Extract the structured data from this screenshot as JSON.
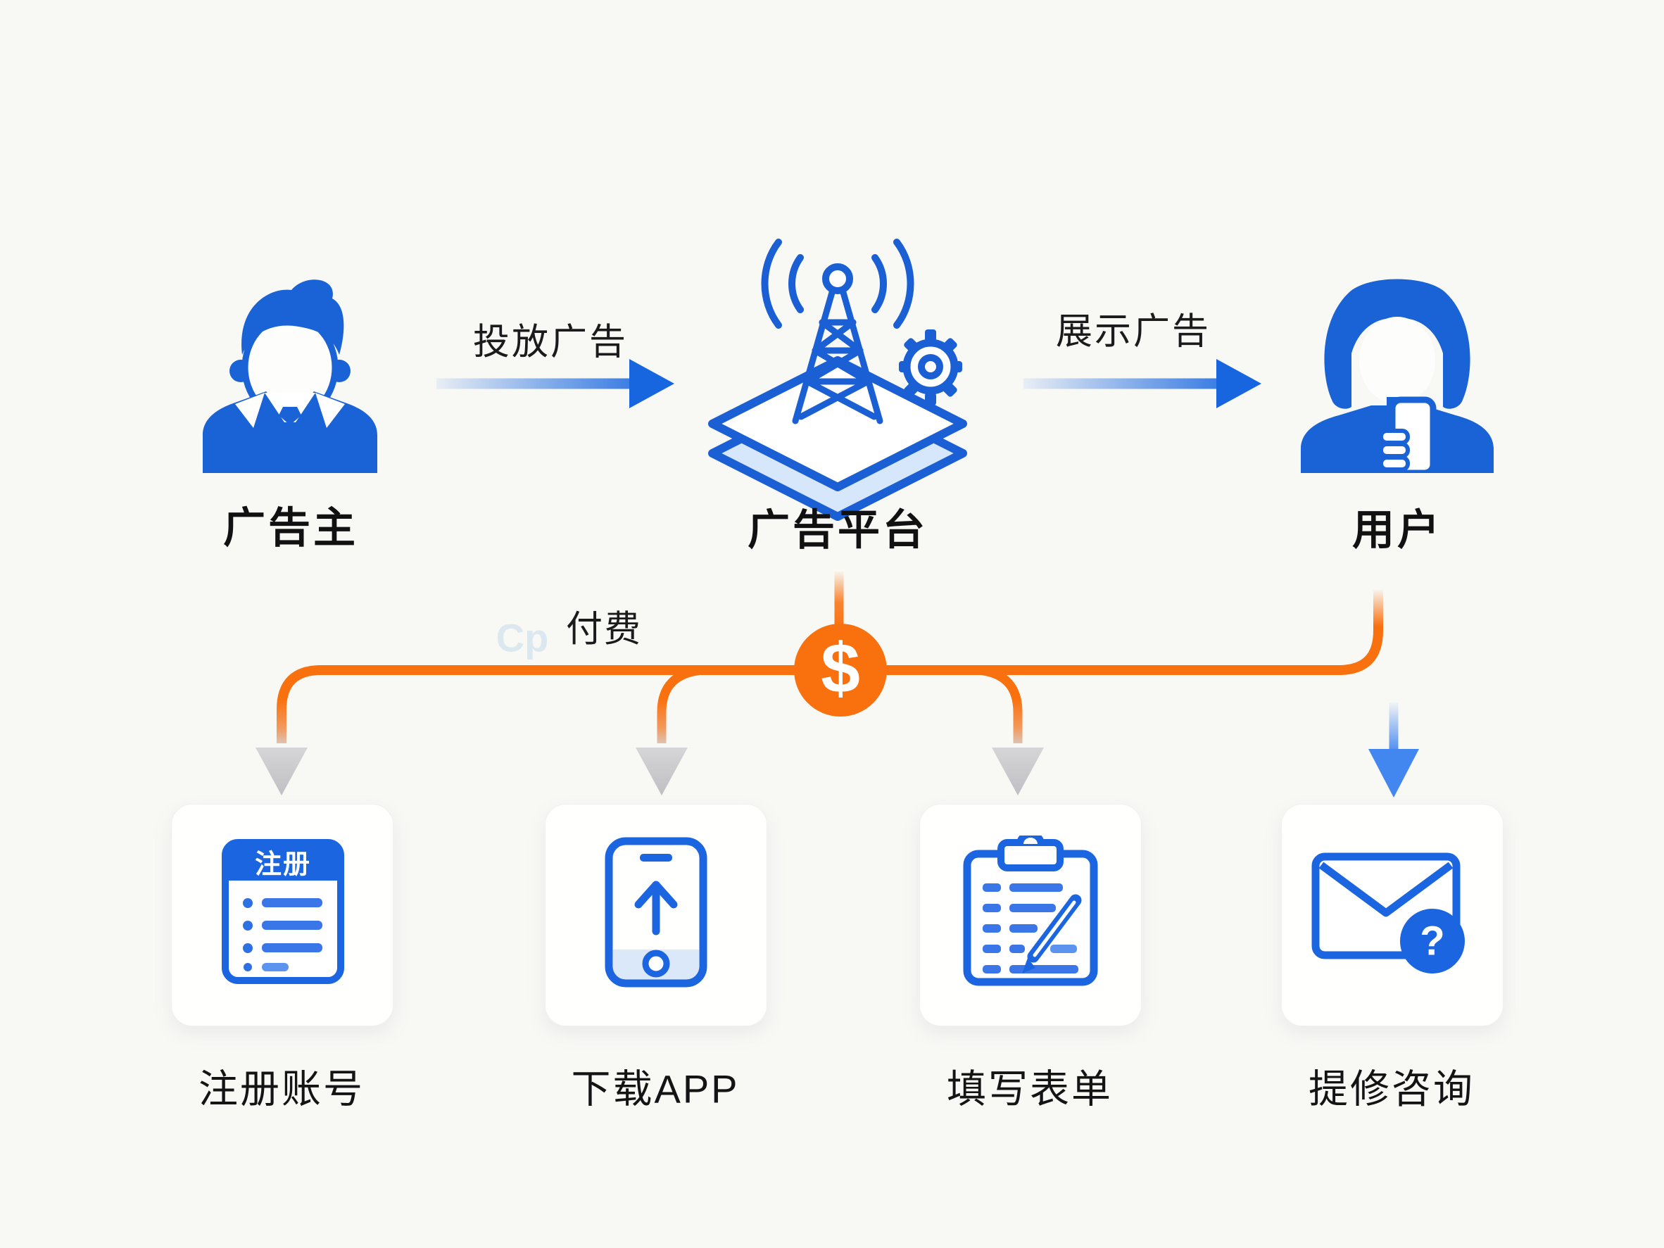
{
  "top_row": {
    "advertiser": {
      "label": "广告主",
      "icon": "businessman-icon"
    },
    "platform": {
      "label": "广告平台",
      "icon": "ad-platform-tower-icon"
    },
    "user": {
      "label": "用户",
      "icon": "woman-phone-icon"
    },
    "arrows": [
      {
        "label": "投放广告",
        "direction": "right"
      },
      {
        "label": "展示广告",
        "direction": "right"
      }
    ]
  },
  "payment": {
    "label": "付费",
    "symbol": "$",
    "watermark": "Cp",
    "icon": "dollar-coin-icon"
  },
  "cards": [
    {
      "label": "注册账号",
      "icon": "register-form-icon",
      "badge": "注册"
    },
    {
      "label": "下载APP",
      "icon": "phone-upload-icon"
    },
    {
      "label": "填写表单",
      "icon": "clipboard-pencil-icon"
    },
    {
      "label": "提修咨询",
      "icon": "mail-question-icon",
      "mark": "?"
    }
  ],
  "colors": {
    "blue": "#1a63d6",
    "outline_blue": "#1b66e0",
    "light_blue_fill": "#d7e7fb",
    "orange": "#f9710f",
    "gray_arrow": "#c8c8cc",
    "arrow_blue": "#1766e0",
    "down_arrow_blue": "#4287f0",
    "background": "#f8f8f5"
  }
}
